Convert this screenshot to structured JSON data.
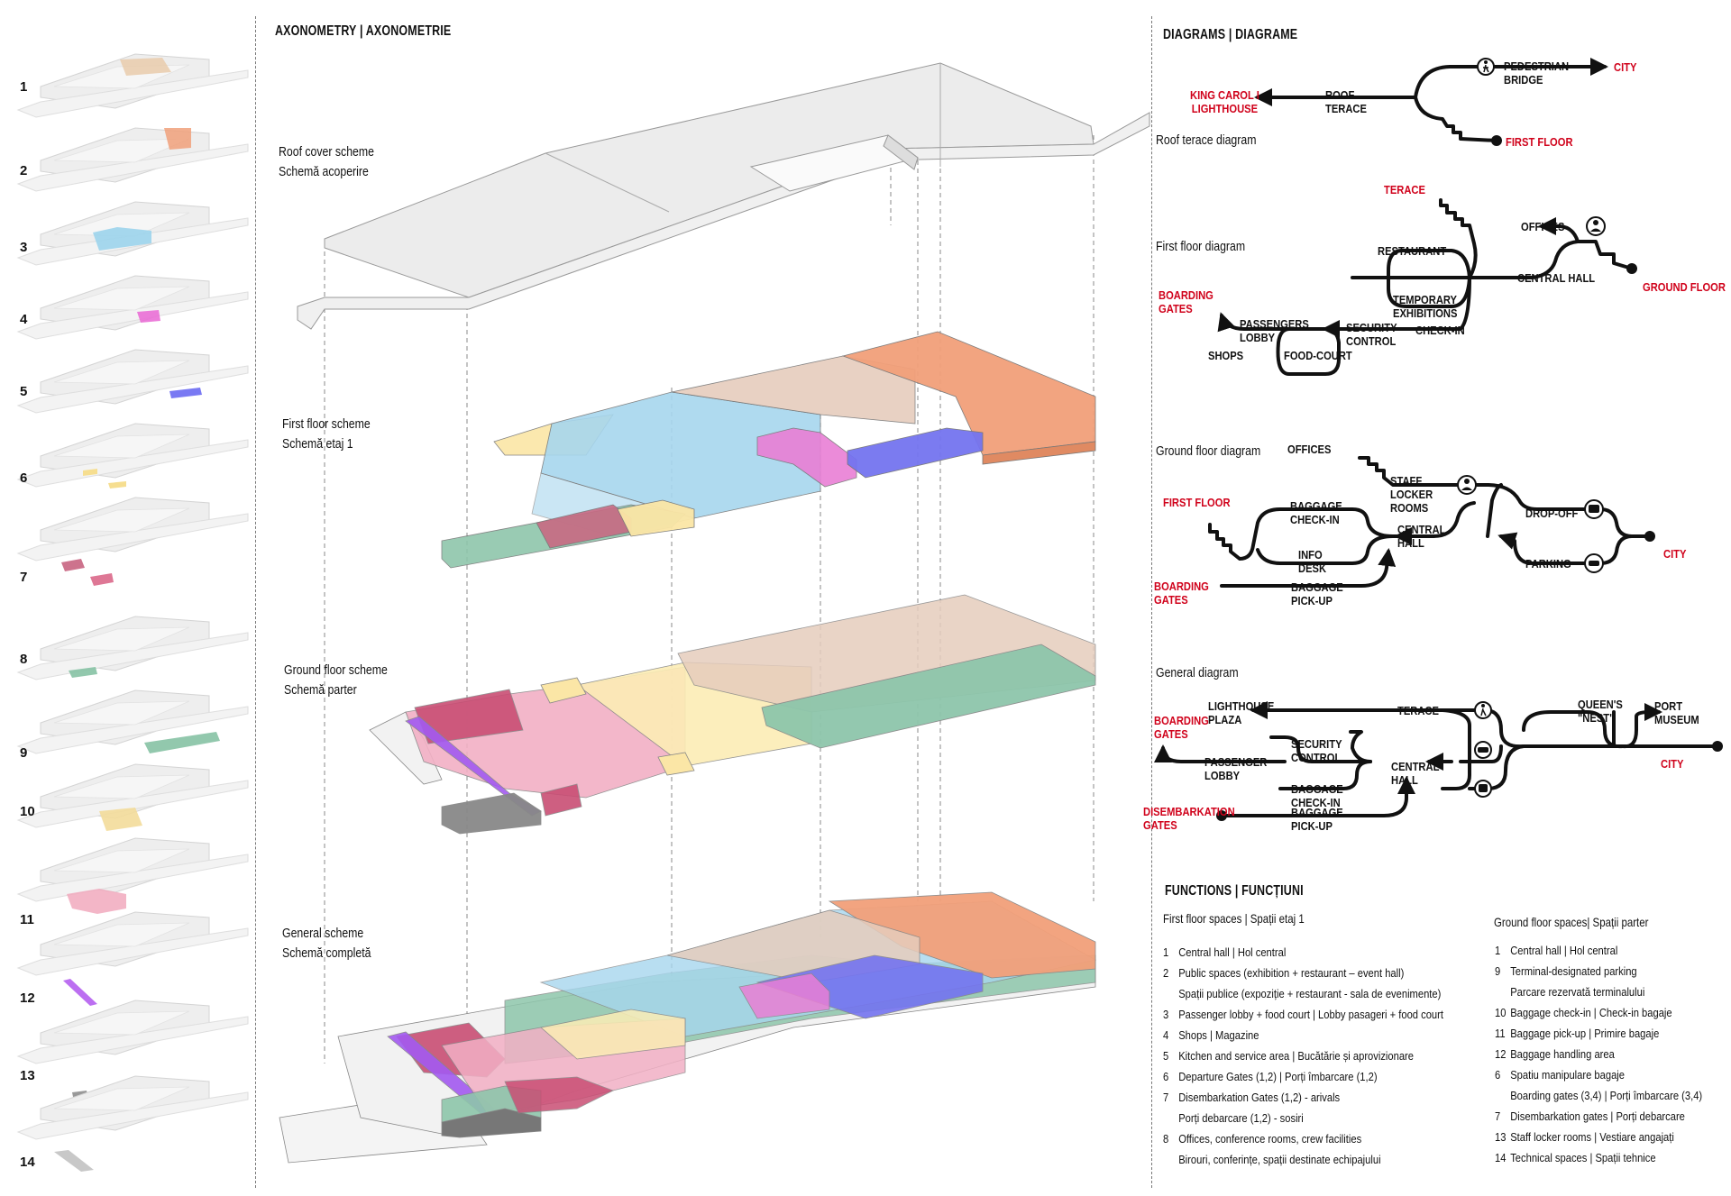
{
  "headers": {
    "axonometry": "AXONOMETRY | AXONOMETRIE",
    "diagrams": "DIAGRAMS | DIAGRAME",
    "functions": "FUNCTIONS | FUNCȚIUNI"
  },
  "thumbnails": [
    "1",
    "2",
    "3",
    "4",
    "5",
    "6",
    "7",
    "8",
    "9",
    "10",
    "11",
    "12",
    "13",
    "14"
  ],
  "schemes": {
    "roof": [
      "Roof cover scheme",
      "Schemă acoperire"
    ],
    "first": [
      "First floor scheme",
      "Schemă etaj 1"
    ],
    "ground": [
      "Ground floor scheme",
      "Schemă parter"
    ],
    "general": [
      "General scheme",
      "Schemă completă"
    ]
  },
  "diagram_titles": {
    "roof": "Roof terace diagram",
    "first": "First floor diagram",
    "ground": "Ground floor diagram",
    "general": "General diagram"
  },
  "roof_diagram": {
    "king": [
      "KING CAROL I",
      "LIGHTHOUSE"
    ],
    "roof": [
      "ROOF",
      "TERACE"
    ],
    "bridge": [
      "PEDESTRIAN",
      "BRIDGE"
    ],
    "city": "CITY",
    "first_floor": "FIRST FLOOR"
  },
  "first_diagram": {
    "terace": "TERACE",
    "restaurant": "RESTAURANT",
    "temporary": [
      "TEMPORARY",
      "EXHIBITIONS"
    ],
    "offices": "OFFICES",
    "central_hall": "CENTRAL HALL",
    "ground_floor": "GROUND FLOOR",
    "boarding": [
      "BOARDING",
      "GATES"
    ],
    "passengers": [
      "PASSENGERS",
      "LOBBY"
    ],
    "shops": "SHOPS",
    "food": "FOOD-COURT",
    "security": [
      "SECURITY",
      "CONTROL"
    ],
    "checkin": "CHECK-IN"
  },
  "ground_diagram": {
    "offices": "OFFICES",
    "staff": [
      "STAFF",
      "LOCKER",
      "ROOMS"
    ],
    "first_floor": "FIRST FLOOR",
    "baggage_checkin": [
      "BAGGAGE",
      "CHECK-IN"
    ],
    "info": [
      "INFO",
      "DESK"
    ],
    "central": [
      "CENTRAL",
      "HALL"
    ],
    "dropoff": "DROP-OFF",
    "parking": "PARKING",
    "city": "CITY",
    "boarding": [
      "BOARDING",
      "GATES"
    ],
    "pickup": [
      "BAGGAGE",
      "PICK-UP"
    ]
  },
  "general_diagram": {
    "lighthouse": [
      "LIGHTHOUSE",
      "PLAZA"
    ],
    "terace": "TERACE",
    "queens": [
      "QUEEN'S",
      "\"NEST\""
    ],
    "port": [
      "PORT",
      "MUSEUM"
    ],
    "boarding": [
      "BOARDING",
      "GATES"
    ],
    "security": [
      "SECURITY",
      "CONTROL"
    ],
    "passenger": [
      "PASSENGER",
      "LOBBY"
    ],
    "central": [
      "CENTRAL",
      "HALL"
    ],
    "city": "CITY",
    "baggage_checkin": [
      "BAGGAGE",
      "CHECK-IN"
    ],
    "disembark": [
      "DISEMBARKATION",
      "GATES"
    ],
    "pickup": [
      "BAGGAGE",
      "PICK-UP"
    ]
  },
  "functions": {
    "first_title": "First floor spaces | Spații etaj 1",
    "ground_title": "Ground floor spaces| Spații parter",
    "first": [
      {
        "n": "1",
        "t": "Central hall | Hol central"
      },
      {
        "n": "2",
        "t": "Public spaces (exhibition + restaurant – event hall)"
      },
      {
        "n": "",
        "t": "Spații publice (expoziție + restaurant - sala de evenimente)"
      },
      {
        "n": "3",
        "t": "Passenger lobby + food court | Lobby pasageri + food court"
      },
      {
        "n": "4",
        "t": "Shops | Magazine"
      },
      {
        "n": "5",
        "t": "Kitchen and service area | Bucătărie și aprovizionare"
      },
      {
        "n": "6",
        "t": "Departure Gates (1,2) | Porți îmbarcare (1,2)"
      },
      {
        "n": "7",
        "t": "Disembarkation Gates (1,2) - arivals"
      },
      {
        "n": "",
        "t": " Porți debarcare (1,2) - sosiri"
      },
      {
        "n": "8",
        "t": "Offices, conference rooms, crew facilities"
      },
      {
        "n": "",
        "t": "Birouri, conferințe, spații destinate echipajului"
      }
    ],
    "ground": [
      {
        "n": "1",
        "t": "Central hall | Hol central"
      },
      {
        "n": "9",
        "t": "Terminal-designated parking"
      },
      {
        "n": "",
        "t": "Parcare rezervată terminalului"
      },
      {
        "n": "10",
        "t": "Baggage check-in | Check-in bagaje"
      },
      {
        "n": "11",
        "t": "Baggage pick-up | Primire bagaje"
      },
      {
        "n": "12",
        "t": "Baggage handling area"
      },
      {
        "n": "6",
        "t": "Spatiu manipulare bagaje"
      },
      {
        "n": "",
        "t": "Boarding gates (3,4) | Porți îmbarcare (3,4)"
      },
      {
        "n": "7",
        "t": "Disembarkation gates | Porți debarcare"
      },
      {
        "n": "13",
        "t": "Staff locker rooms | Vestiare angajați"
      },
      {
        "n": "14",
        "t": "Technical spaces | Spații tehnice"
      }
    ]
  },
  "colors": {
    "red": "#d0021b",
    "line": "#111111"
  }
}
